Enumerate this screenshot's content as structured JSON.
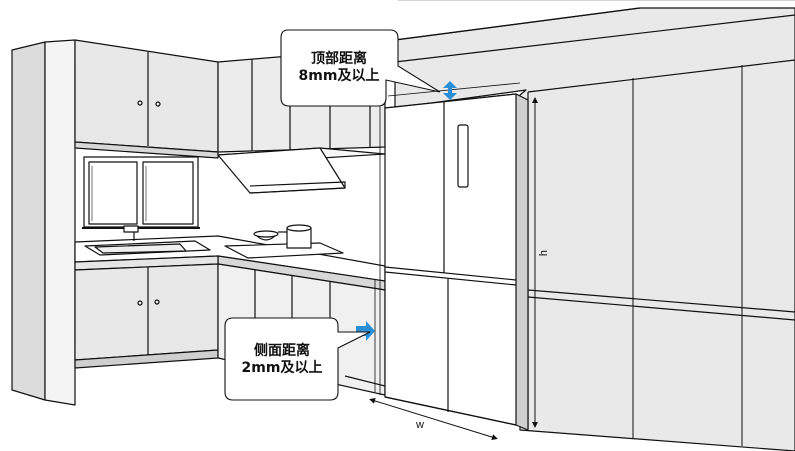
{
  "callouts": {
    "top": {
      "line1": "顶部距离",
      "line2": "8mm及以上"
    },
    "side": {
      "line1": "侧面距离",
      "line2": "2mm及以上"
    }
  },
  "dimensions": {
    "height": "h",
    "width": "w"
  },
  "colors": {
    "accent": "#2a8fd6",
    "line": "#111111",
    "panel": "#e6e6e6"
  }
}
